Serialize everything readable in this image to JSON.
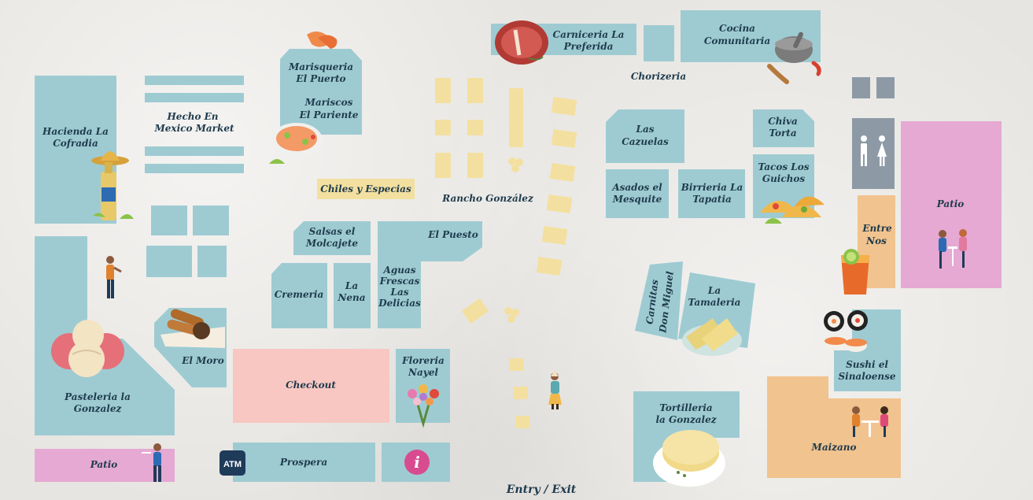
{
  "colors": {
    "stall": "#9ecbd2",
    "crate": "#f3e0a0",
    "patio": "#e5a9d3",
    "orange": "#f1c38e",
    "checkout": "#f8c7c2",
    "restroom": "#8d9aa6",
    "info": "#d84c8f",
    "label": "#1f3b4d"
  },
  "labels": {
    "hacienda1": "Hacienda La",
    "hacienda2": "Cofradia",
    "hecho1": "Hecho En",
    "hecho2": "Mexico Market",
    "maris1": "Marisqueria",
    "maris2": "El Puerto",
    "mariscos1": "Mariscos",
    "mariscos2": "El Pariente",
    "carn1": "Carniceria La",
    "carn2": "Preferida",
    "chorizeria": "Chorizeria",
    "cocina1": "Cocina",
    "cocina2": "Comunitaria",
    "chiles": "Chiles y Especias",
    "rancho": "Rancho González",
    "cazuelas1": "Las",
    "cazuelas2": "Cazuelas",
    "chiva1": "Chiva",
    "chiva2": "Torta",
    "asados1": "Asados el",
    "asados2": "Mesquite",
    "birrieria1": "Birrieria La",
    "birrieria2": "Tapatia",
    "tacos1": "Tacos Los",
    "tacos2": "Guichos",
    "entre1": "Entre",
    "entre2": "Nos",
    "patio_right": "Patio",
    "salsas1": "Salsas el",
    "salsas2": "Molcajete",
    "elpuesto": "El Puesto",
    "cremeria": "Cremeria",
    "lanena1": "La",
    "lanena2": "Nena",
    "aguas1": "Aguas",
    "aguas2": "Frescas",
    "aguas3": "Las",
    "aguas4": "Delicias",
    "carnitas1": "Carnitas",
    "carnitas2": "Don Miguel",
    "tamaleria1": "La",
    "tamaleria2": "Tamaleria",
    "elmoro": "El Moro",
    "checkout": "Checkout",
    "floreria1": "Floreria",
    "floreria2": "Nayel",
    "pasteleria1": "Pasteleria la",
    "pasteleria2": "Gonzalez",
    "sushi1": "Sushi el",
    "sushi2": "Sinaloense",
    "tortilleria1": "Tortilleria",
    "tortilleria2": "la Gonzalez",
    "maizano": "Maizano",
    "patio_left": "Patio",
    "prospera": "Prospera",
    "atm": "ATM",
    "info": "i",
    "entry": "Entry / Exit"
  },
  "icons": [
    "shrimp-icon",
    "meat-icon",
    "molcajete-icon",
    "sombrero-bottle-icon",
    "person-icon",
    "shrimp-plate-icon",
    "taco-icon",
    "restroom-icon",
    "patio-people-icon",
    "cocktail-icon",
    "sushi-icon",
    "churro-icon",
    "pan-dulce-icon",
    "flower-bouquet-icon",
    "tamale-icon",
    "tortilla-icon",
    "diners-icon",
    "waiter-icon",
    "atm-icon",
    "info-icon"
  ]
}
